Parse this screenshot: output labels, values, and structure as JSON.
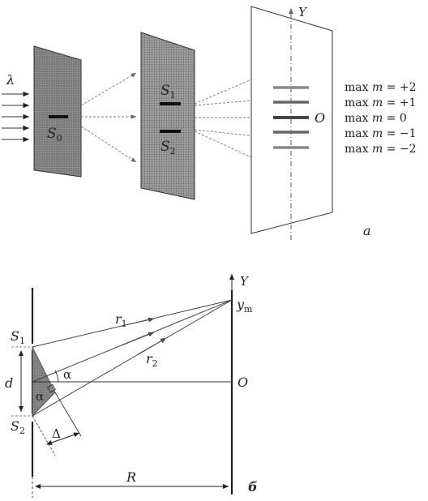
{
  "fig_a": {
    "wavelength": "λ",
    "source_slit": "S",
    "source_slit_sub": "0",
    "slit1": "S",
    "slit1_sub": "1",
    "slit2": "S",
    "slit2_sub": "2",
    "axis_y": "Y",
    "center": "O",
    "maxima": [
      {
        "prefix": "max ",
        "m": "m",
        "eq": " = +2"
      },
      {
        "prefix": "max ",
        "m": "m",
        "eq": " = +1"
      },
      {
        "prefix": "max ",
        "m": "m",
        "eq": " = 0"
      },
      {
        "prefix": "max ",
        "m": "m",
        "eq": " = −1"
      },
      {
        "prefix": "max ",
        "m": "m",
        "eq": " = −2"
      }
    ],
    "label": "а"
  },
  "fig_b": {
    "axis_y": "Y",
    "ym": "y",
    "ym_sub": "m",
    "r1": "r",
    "r1_sub": "1",
    "r2": "r",
    "r2_sub": "2",
    "s1": "S",
    "s1_sub": "1",
    "s2": "S",
    "s2_sub": "2",
    "d": "d",
    "alpha_top": "α",
    "alpha_bottom": "α",
    "center": "O",
    "delta": "Δ",
    "distance": "R",
    "label": "б"
  }
}
